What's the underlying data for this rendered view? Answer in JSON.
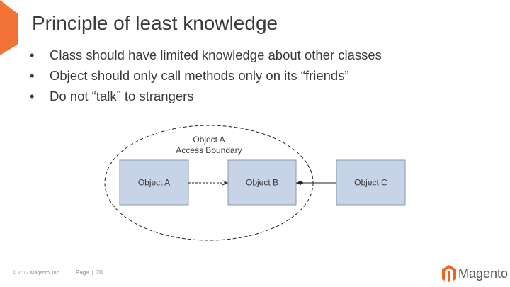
{
  "slide": {
    "title": "Principle of least knowledge",
    "bullets": [
      "Class should have limited knowledge about other classes",
      "Object should only call methods only on its “friends”",
      "Do not “talk” to strangers"
    ]
  },
  "diagram": {
    "boundary_label_line1": "Object A",
    "boundary_label_line2": "Access Boundary",
    "boxes": [
      "Object A",
      "Object B",
      "Object C"
    ]
  },
  "footer": {
    "copyright": "© 2017 Magento, Inc.",
    "page_label": "Page",
    "page_separator": "|",
    "page_number": "20"
  },
  "brand": {
    "name": "Magento",
    "accent_color": "#f26322"
  },
  "colors": {
    "box_fill": "#c7d4e8",
    "box_stroke": "#8c98aa",
    "line": "#222222"
  }
}
